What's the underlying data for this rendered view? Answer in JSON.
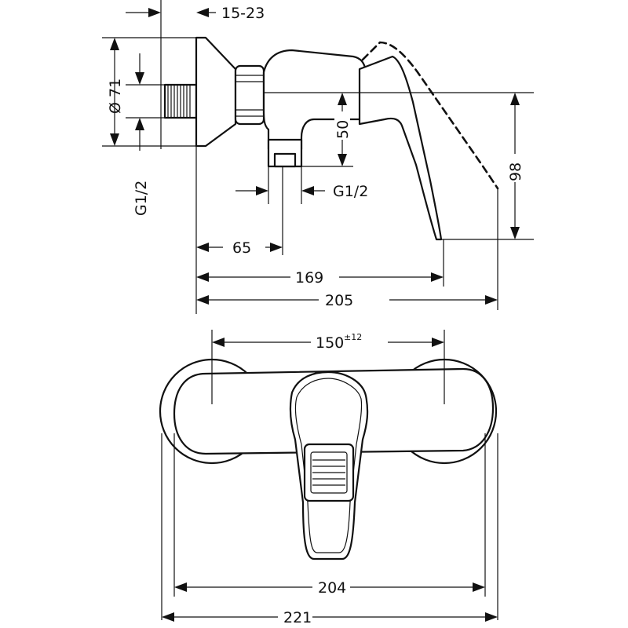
{
  "side_view": {
    "dim_wall_offset": "15-23",
    "dim_flange_diameter": "Ø 71",
    "dim_inlet_thread": "G1/2",
    "dim_outlet_thread": "G1/2",
    "dim_outlet_height": "50",
    "dim_lever_height": "98",
    "dim_outlet_projection": "65",
    "dim_lever_projection": "169",
    "dim_total_projection": "205"
  },
  "front_view": {
    "dim_center_distance": "150",
    "dim_center_tolerance": "±12",
    "dim_body_width": "204",
    "dim_total_width": "221"
  },
  "colors": {
    "line": "#111111",
    "background": "#ffffff"
  }
}
